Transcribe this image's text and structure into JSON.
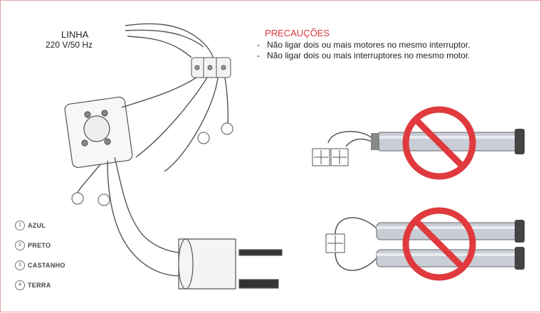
{
  "colors": {
    "accent_red": "#d9363e",
    "frame_border": "#e6a0a0",
    "wire": "#555555",
    "tube": "#c9cdd6"
  },
  "linha": {
    "title": "LINHA",
    "spec": "220 V/50 Hz"
  },
  "precautions": {
    "title": "PRECAUÇÕES",
    "items": [
      "Não ligar dois ou mais motores no mesmo interruptor.",
      "Não ligar dois ou mais interruptores no mesmo motor."
    ],
    "bullet": "-"
  },
  "legend": [
    {
      "num": "1",
      "label": "AZUL"
    },
    {
      "num": "2",
      "label": "PRETO"
    },
    {
      "num": "3",
      "label": "CASTANHO"
    },
    {
      "num": "4",
      "label": "TERRA"
    }
  ],
  "icons": {
    "prohibited": "prohibited-icon",
    "switch": "switch-icon",
    "motor": "tubular-motor-icon"
  }
}
